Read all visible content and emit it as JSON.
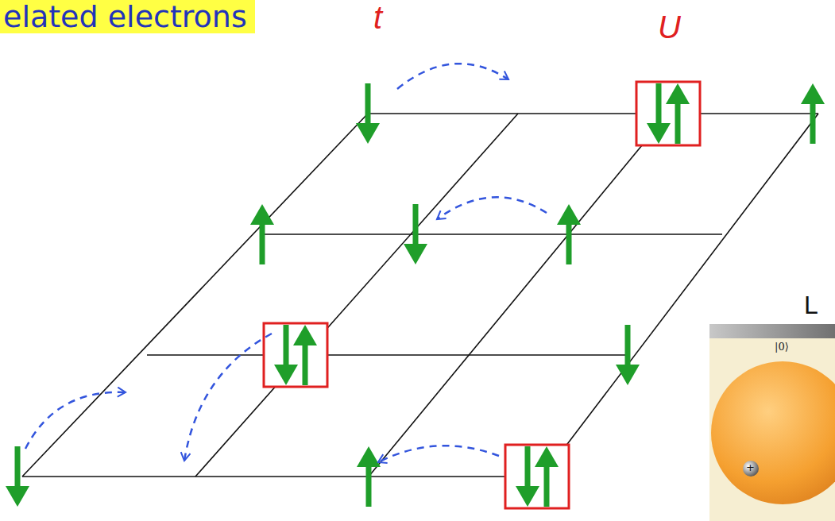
{
  "diagram": {
    "title": "elated electrons",
    "labels": [
      "t",
      "U",
      "L",
      "|0⟩",
      "+"
    ]
  }
}
